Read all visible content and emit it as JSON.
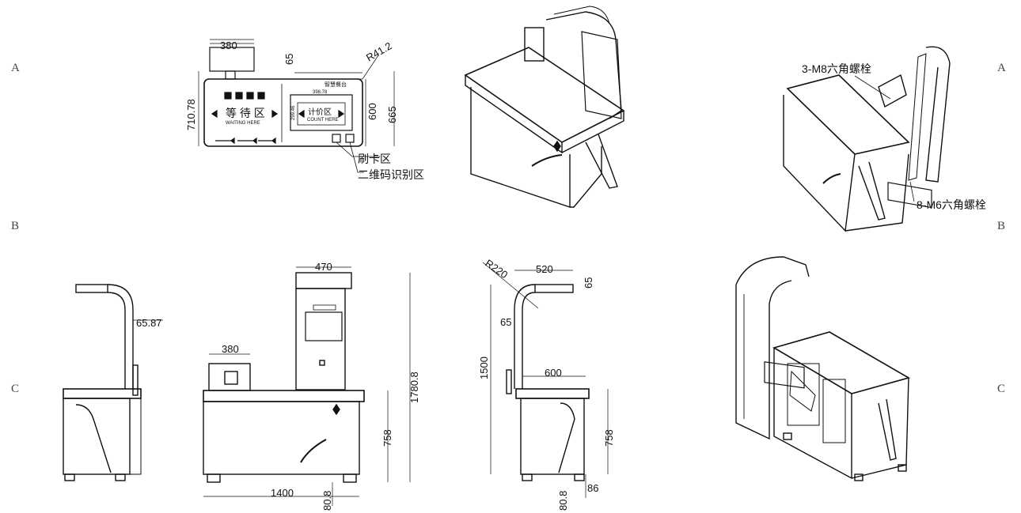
{
  "grid": {
    "rows_left": [
      "A",
      "B",
      "C"
    ],
    "rows_right": [
      "A",
      "B",
      "C"
    ]
  },
  "top_view": {
    "width_monitor": "380",
    "thickness": "65",
    "radius": "R41.2",
    "depth_total": "710.78",
    "depth_desk": "600",
    "depth_desk2": "665",
    "sign_title": "智慧餐台",
    "wait_title": "等 待 区",
    "wait_sub": "WAITING HERE",
    "count_title": "计价区",
    "count_sub": "COUNT HERE",
    "count_w": "398.78",
    "count_h": "299.46",
    "card_zone": "刷卡区",
    "qr_zone": "二维码识别区"
  },
  "iso_exploded": {
    "bolt_m8": "3-M8六角螺栓",
    "bolt_m6": "8-M6六角螺栓"
  },
  "side_left": {
    "arm_thick": "65.87"
  },
  "front_view": {
    "head_width": "470",
    "monitor_width": "380",
    "total_height": "1780.8",
    "desk_height": "758",
    "desk_width": "1400",
    "caster": "80.8"
  },
  "side_right": {
    "radius": "R220",
    "arm_len": "520",
    "arm_t": "65",
    "arm_t2": "65",
    "pole_height": "1500",
    "desk_depth": "600",
    "desk_height": "758",
    "caster": "80.8",
    "caster_w": "86"
  }
}
